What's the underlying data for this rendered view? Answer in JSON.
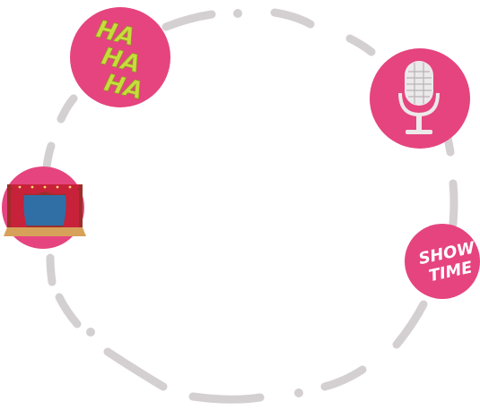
{
  "colors": {
    "badge": "#e5447f",
    "dashes": "#d4d0d1",
    "haha": "#c9dc3d",
    "mic": "#ece9ea",
    "curtain": "#c8213a",
    "frame": "#9c2e2a",
    "stage_screen": "#2f6fa6",
    "stage_floor": "#d7a15a"
  },
  "badges": [
    {
      "id": "haha",
      "icon": "haha-text-icon",
      "lines": [
        "HA",
        "HA",
        "HA"
      ]
    },
    {
      "id": "microphone",
      "icon": "microphone-icon"
    },
    {
      "id": "theater-stage",
      "icon": "theater-stage-icon"
    },
    {
      "id": "showtime",
      "icon": "showtime-text-icon",
      "lines": [
        "SHOW",
        "TIME"
      ]
    }
  ]
}
